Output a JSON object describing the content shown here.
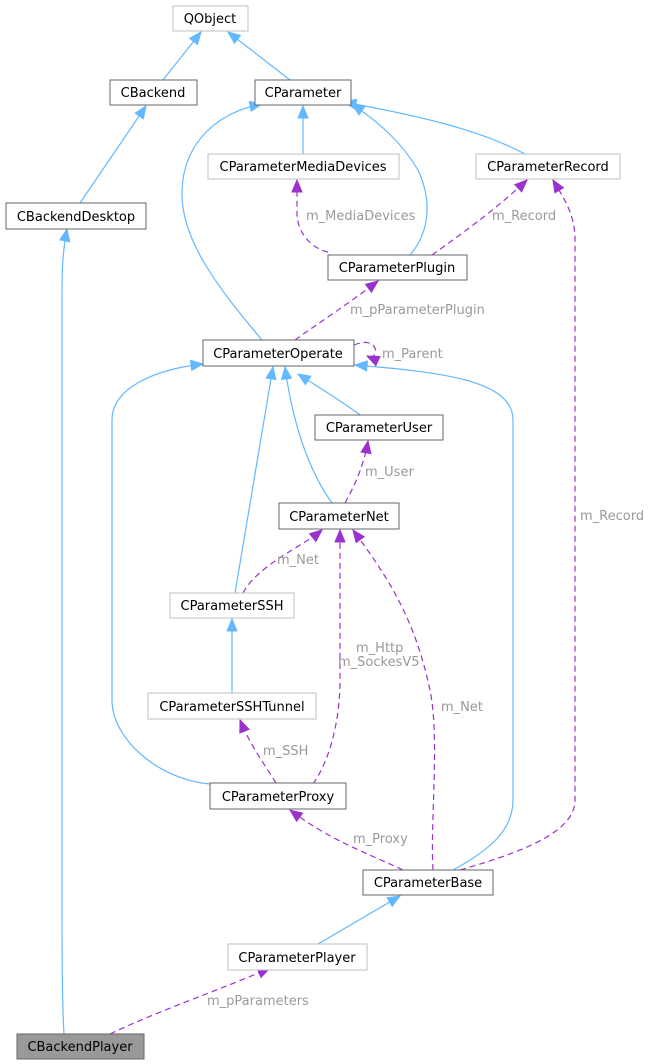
{
  "diagram": {
    "colors": {
      "inherit_edge": "#63b8ff",
      "usage_edge": "#9a32cd",
      "node_border_dark": "#666666",
      "node_border_light": "#bfbfbf",
      "node_fill": "#ffffff",
      "node_fill_highlight": "#999999",
      "label_text": "#9a9a9a"
    },
    "nodes": {
      "qobject": "QObject",
      "cbackend": "CBackend",
      "cparameter": "CParameter",
      "cbackenddesktop": "CBackendDesktop",
      "cparametermediadevices": "CParameterMediaDevices",
      "cparameterrecord": "CParameterRecord",
      "cparameterplugin": "CParameterPlugin",
      "cparameteroperate": "CParameterOperate",
      "cparameteruser": "CParameterUser",
      "cparameternet": "CParameterNet",
      "cparameterssh": "CParameterSSH",
      "cparametersshtunnel": "CParameterSSHTunnel",
      "cparameterproxy": "CParameterProxy",
      "cparameterbase": "CParameterBase",
      "cparameterplayer": "CParameterPlayer",
      "cbackendplayer": "CBackendPlayer"
    },
    "labels": {
      "m_mediadevices": "m_MediaDevices",
      "m_record_top": "m_Record",
      "m_pparameterplugin": "m_pParameterPlugin",
      "m_parent": "m_Parent",
      "m_user": "m_User",
      "m_record_right": "m_Record",
      "m_net_top": "m_Net",
      "m_http": "m_Http",
      "m_sockesv5": "m_SockesV5",
      "m_net_bottom": "m_Net",
      "m_ssh": "m_SSH",
      "m_proxy": "m_Proxy",
      "m_pparameters": "m_pParameters"
    }
  }
}
